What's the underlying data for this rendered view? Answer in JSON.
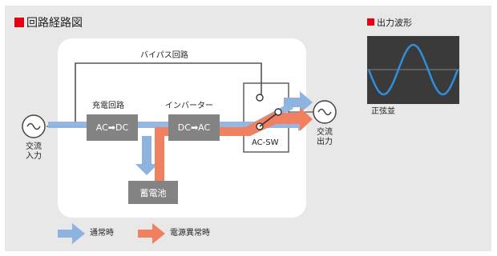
{
  "diagram": {
    "title": "回路経路図",
    "bypass_label": "バイパス回路",
    "charge_label": "充電回路",
    "inverter_label": "インバーター",
    "charge_box": "AC➡DC",
    "inverter_box": "DC➡AC",
    "switch_label": "AC-SW",
    "battery_box": "蓄電池",
    "input_label": [
      "交流",
      "入力"
    ],
    "output_label": [
      "交流",
      "出力"
    ]
  },
  "waveform": {
    "title": "■出力波形",
    "caption": "正弦並"
  },
  "legend": {
    "normal": "通常時",
    "failure": "電源異常時"
  },
  "colors": {
    "accent_red": "#e60012",
    "normal_flow": "#8fb3df",
    "failure_flow": "#f08060",
    "box_gray": "#838383",
    "wave_blue": "#2f8ee0",
    "wave_bg": "#3a3a3a"
  },
  "icons": [
    "ac-source-icon",
    "ac-output-icon",
    "sine-wave-icon",
    "switch-contact-icon"
  ]
}
